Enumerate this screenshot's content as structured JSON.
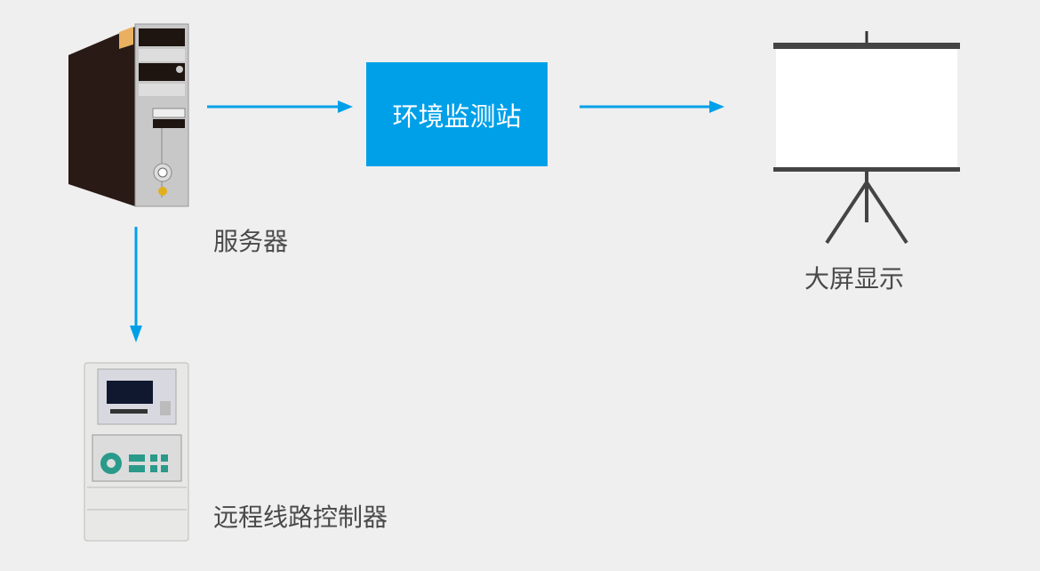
{
  "nodes": {
    "server": {
      "label": "服务器",
      "icon": "server-tower-icon"
    },
    "station": {
      "label": "环境监测站"
    },
    "display": {
      "label": "大屏显示",
      "icon": "projector-screen-icon"
    },
    "controller": {
      "label": "远程线路控制器",
      "icon": "electric-meter-icon"
    }
  },
  "colors": {
    "accent": "#00a0e9",
    "background": "#efefef",
    "text": "#4a4a4a"
  }
}
